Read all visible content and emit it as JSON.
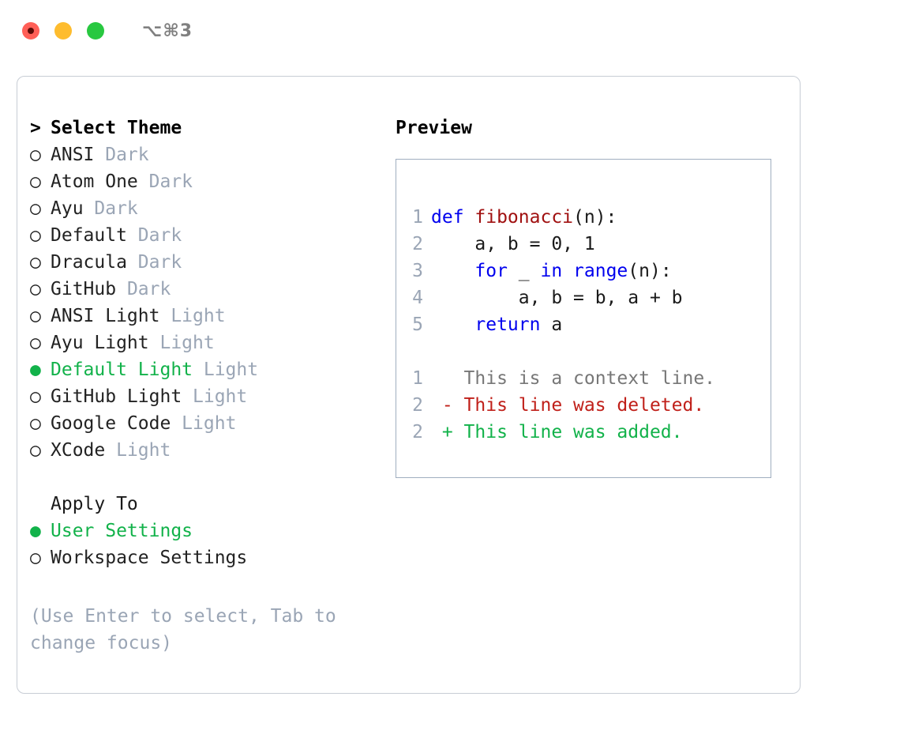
{
  "titlebar": {
    "buttons": [
      {
        "name": "close",
        "color": "#ff5f57"
      },
      {
        "name": "minimize",
        "color": "#febc2e"
      },
      {
        "name": "zoom",
        "color": "#28c840"
      }
    ],
    "shortcut": "⌥⌘3"
  },
  "theme_picker": {
    "header_marker": ">",
    "header": "Select Theme",
    "items": [
      {
        "marker": "○",
        "name": "ANSI",
        "tag": " Dark",
        "selected": false
      },
      {
        "marker": "○",
        "name": "Atom One",
        "tag": " Dark",
        "selected": false
      },
      {
        "marker": "○",
        "name": "Ayu",
        "tag": " Dark",
        "selected": false
      },
      {
        "marker": "○",
        "name": "Default",
        "tag": " Dark",
        "selected": false
      },
      {
        "marker": "○",
        "name": "Dracula",
        "tag": " Dark",
        "selected": false
      },
      {
        "marker": "○",
        "name": "GitHub",
        "tag": " Dark",
        "selected": false
      },
      {
        "marker": "○",
        "name": "ANSI Light",
        "tag": " Light",
        "selected": false
      },
      {
        "marker": "○",
        "name": "Ayu Light",
        "tag": " Light",
        "selected": false
      },
      {
        "marker": "●",
        "name": "Default Light",
        "tag": " Light",
        "selected": true
      },
      {
        "marker": "○",
        "name": "GitHub Light",
        "tag": " Light",
        "selected": false
      },
      {
        "marker": "○",
        "name": "Google Code",
        "tag": " Light",
        "selected": false
      },
      {
        "marker": "○",
        "name": "XCode",
        "tag": " Light",
        "selected": false
      }
    ]
  },
  "apply_to": {
    "label": "Apply To",
    "options": [
      {
        "marker": "●",
        "label": "User Settings",
        "selected": true
      },
      {
        "marker": "○",
        "label": "Workspace Settings",
        "selected": false
      }
    ]
  },
  "hint": "(Use Enter to select, Tab to change focus)",
  "preview": {
    "title": "Preview",
    "code_lines": [
      {
        "num": "1",
        "tokens": [
          {
            "t": "def ",
            "c": "kw"
          },
          {
            "t": "fibonacci",
            "c": "fn"
          },
          {
            "t": "(n):",
            "c": "plain"
          }
        ]
      },
      {
        "num": "2",
        "tokens": [
          {
            "t": "    a, b = 0, 1",
            "c": "plain"
          }
        ]
      },
      {
        "num": "3",
        "tokens": [
          {
            "t": "    ",
            "c": "plain"
          },
          {
            "t": "for",
            "c": "kw"
          },
          {
            "t": " _ ",
            "c": "plain"
          },
          {
            "t": "in",
            "c": "kw"
          },
          {
            "t": " ",
            "c": "plain"
          },
          {
            "t": "range",
            "c": "kw"
          },
          {
            "t": "(n):",
            "c": "plain"
          }
        ]
      },
      {
        "num": "4",
        "tokens": [
          {
            "t": "        a, b = b, a + b",
            "c": "plain"
          }
        ]
      },
      {
        "num": "5",
        "tokens": [
          {
            "t": "    ",
            "c": "plain"
          },
          {
            "t": "return",
            "c": "kw"
          },
          {
            "t": " a",
            "c": "plain"
          }
        ]
      }
    ],
    "diff_lines": [
      {
        "num": "1",
        "tokens": [
          {
            "t": "   This is a context line.",
            "c": "ctx"
          }
        ]
      },
      {
        "num": "2",
        "tokens": [
          {
            "t": " - This line was deleted.",
            "c": "del"
          }
        ]
      },
      {
        "num": "2",
        "tokens": [
          {
            "t": " + This line was added.",
            "c": "add"
          }
        ]
      }
    ]
  },
  "colors": {
    "accent_green": "#12b24a",
    "muted_gray": "#9aa5b5",
    "keyword_blue": "#0000ee",
    "function_red": "#a01010",
    "diff_delete": "#c0201a",
    "panel_border": "#a0aec0",
    "card_border": "#c8cdd5"
  }
}
